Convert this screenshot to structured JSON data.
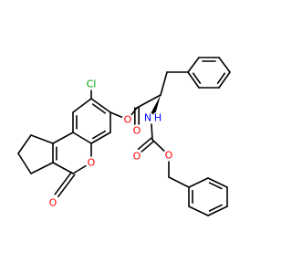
{
  "colors": {
    "bond": "#000000",
    "oxygen": "#ff0000",
    "nitrogen": "#0000ff",
    "chlorine": "#00a000",
    "hydrogen": "#0000ff",
    "background": "#ffffff"
  },
  "atom_labels": {
    "cl": "Cl",
    "ester_o": "O",
    "ester_carbonyl_o": "O",
    "nh_n": "N",
    "nh_h": "H",
    "carbamate_carbonyl_o": "O",
    "carbamate_o": "O",
    "lactone_ring_o": "O",
    "lactone_carbonyl_o": "O"
  }
}
